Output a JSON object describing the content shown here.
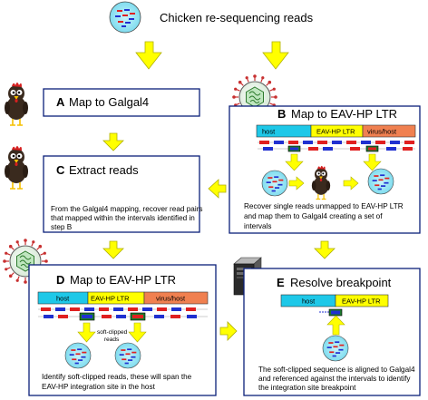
{
  "top": {
    "title": "Chicken re-sequencing reads"
  },
  "steps": {
    "A": {
      "letter": "A",
      "title": "Map to Galgal4"
    },
    "B": {
      "letter": "B",
      "title": "Map to EAV-HP LTR",
      "segments": [
        "host",
        "EAV-HP LTR",
        "virus/host"
      ],
      "desc": [
        "Recover single reads unmapped to EAV-HP LTR",
        "and map them to Galgal4 creating a set of",
        "intervals"
      ]
    },
    "C": {
      "letter": "C",
      "title": "Extract reads",
      "desc": [
        "From the Galgal4 mapping, recover read pairs",
        "that mapped within the intervals identified in",
        "step B"
      ]
    },
    "D": {
      "letter": "D",
      "title": "Map to EAV-HP LTR",
      "segments": [
        "host",
        "EAV-HP LTR",
        "virus/host"
      ],
      "note": [
        "soft-clipped",
        "reads"
      ],
      "desc": [
        "Identify soft-clipped reads, these will span the",
        "EAV-HP integration site in the host"
      ]
    },
    "E": {
      "letter": "E",
      "title": "Resolve breakpoint",
      "segments": [
        "host",
        "EAV-HP LTR"
      ],
      "desc": [
        "The soft-clipped sequence is aligned to Galgal4",
        "and referenced against the intervals to identify",
        "the integration site breakpoint"
      ]
    }
  },
  "colors": {
    "host": "#1ec8e8",
    "ltr": "#ffff00",
    "virus_host": "#f08050",
    "box_border": "#0a1f7a",
    "arrow": "#ffff00",
    "arrow_stroke": "#b0b000",
    "read_red": "#e02020",
    "read_blue": "#2030d0",
    "cell": "#9de8f5"
  },
  "icons": [
    "reads-cell-icon",
    "chicken-icon",
    "virus-icon",
    "server-icon"
  ]
}
